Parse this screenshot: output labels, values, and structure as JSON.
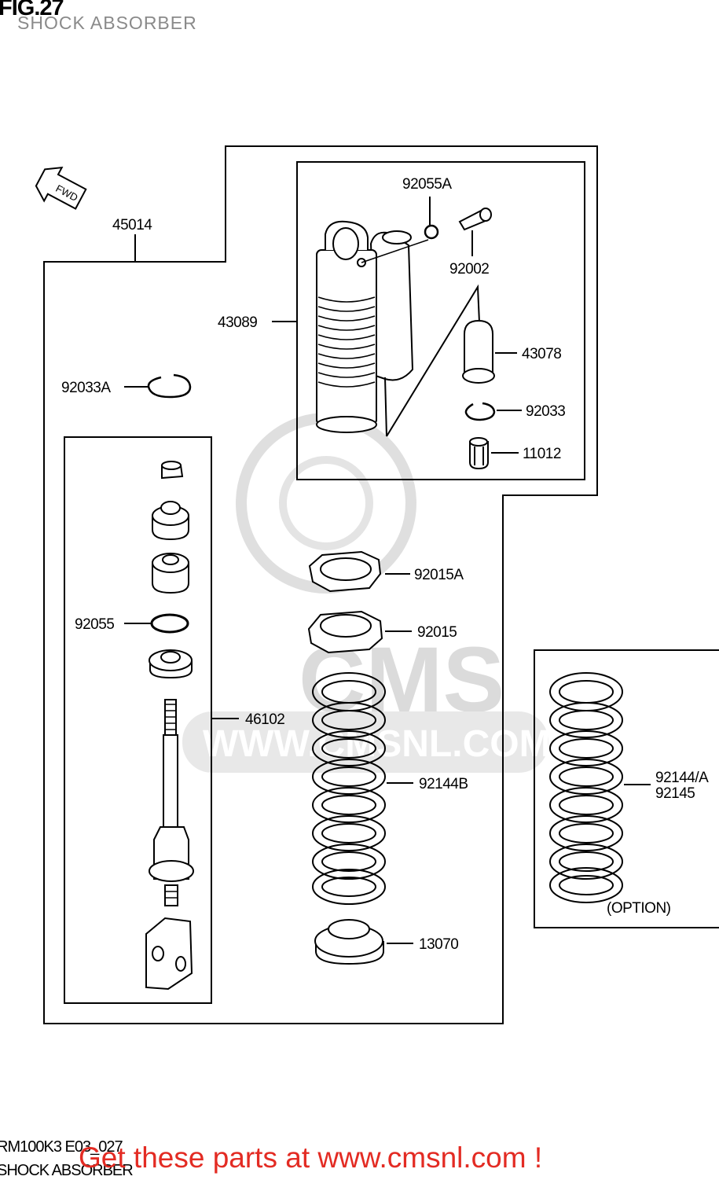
{
  "header": {
    "figure": "FIG.27",
    "title": "SHOCK ABSORBER"
  },
  "fwd_label": "FWD",
  "parts": {
    "p45014": "45014",
    "p43089": "43089",
    "p92055A": "92055A",
    "p92002": "92002",
    "p43078": "43078",
    "p92033": "92033",
    "p11012": "11012",
    "p92033A": "92033A",
    "p92015A": "92015A",
    "p92015": "92015",
    "p92055": "92055",
    "p46102": "46102",
    "p92144B": "92144B",
    "p13070": "13070",
    "p92144A": "92144/A",
    "p92145": "92145"
  },
  "option_label": "(OPTION)",
  "watermark": {
    "brand": "CMS",
    "url": "WWW.CMSNL.COM"
  },
  "footer": {
    "code": "RM100K3 E03_027",
    "name": "SHOCK ABSORBER",
    "promo": "Get these parts at www.cmsnl.com !"
  },
  "colors": {
    "line": "#000000",
    "promo": "#e32b23",
    "watermark": "#d8d8d8",
    "subtitle": "#8a8a8a"
  }
}
